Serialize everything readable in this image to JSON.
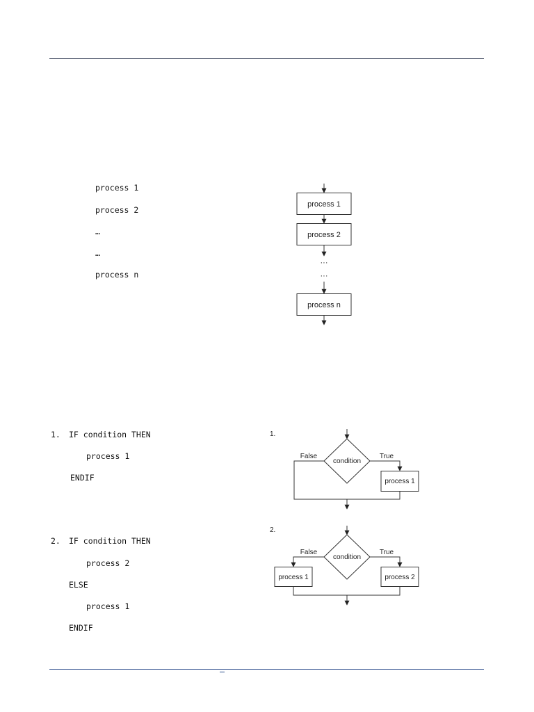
{
  "sequence": {
    "code_lines": [
      "process 1",
      "process 2",
      "…",
      "…",
      "process n"
    ],
    "flowchart": {
      "boxes": [
        "process 1",
        "process 2",
        "process n"
      ],
      "ellipsis": [
        "···",
        "···"
      ]
    }
  },
  "selection": {
    "code1": {
      "number": "1.",
      "lines": [
        "IF condition THEN",
        "process 1",
        "ENDIF"
      ]
    },
    "code2": {
      "number": "2.",
      "lines": [
        "IF condition THEN",
        "process 2",
        "ELSE",
        "process 1",
        "ENDIF"
      ]
    },
    "diagram1": {
      "number": "1.",
      "decision": "condition",
      "false_label": "False",
      "true_label": "True",
      "true_process": "process 1"
    },
    "diagram2": {
      "number": "2.",
      "decision": "condition",
      "false_label": "False",
      "true_label": "True",
      "false_process": "process 1",
      "true_process": "process 2"
    }
  }
}
